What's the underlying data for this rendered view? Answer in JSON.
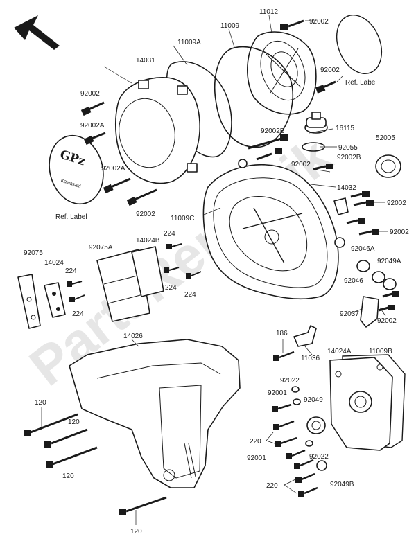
{
  "watermark": "PartsRepublik",
  "emblem": {
    "text": "GPz",
    "brand": "Kawasaki"
  },
  "labels": {
    "p11012": "11012",
    "p11009": "11009",
    "p11009A": "11009A",
    "p14031": "14031",
    "p92002_top": "92002",
    "p92002_a": "92002",
    "ref_label_right": "Ref. Label",
    "p92002_left1": "92002",
    "p92002A_left1": "92002A",
    "p92002A_left2": "92002A",
    "p92002_left2": "92002",
    "ref_label_left": "Ref. Label",
    "p92002B_a": "92002B",
    "p16115": "16115",
    "p92055": "92055",
    "p52005": "52005",
    "p92002_mid": "92002",
    "p92002B_b": "92002B",
    "p14032": "14032",
    "p11009C": "11009C",
    "p92002_r1": "92002",
    "p92002_r2": "92002",
    "p92046A": "92046A",
    "p92049A": "92049A",
    "p92046": "92046",
    "p92037": "92037",
    "p92002_r3": "92002",
    "p92075": "92075",
    "p14024": "14024",
    "p92075A": "92075A",
    "p14024B": "14024B",
    "p224_a": "224",
    "p224_b": "224",
    "p224_c": "224",
    "p224_d": "224",
    "p224_e": "224",
    "p14026": "14026",
    "p186": "186",
    "p11036": "11036",
    "p14024A": "14024A",
    "p11009B": "11009B",
    "p92022_a": "92022",
    "p92001_a": "92001",
    "p92049": "92049",
    "p120_a": "120",
    "p120_b": "120",
    "p120_c": "120",
    "p120_d": "120",
    "p220_a": "220",
    "p92022_b": "92022",
    "p92001_b": "92001",
    "p220_b": "220",
    "p92049B": "92049B"
  }
}
